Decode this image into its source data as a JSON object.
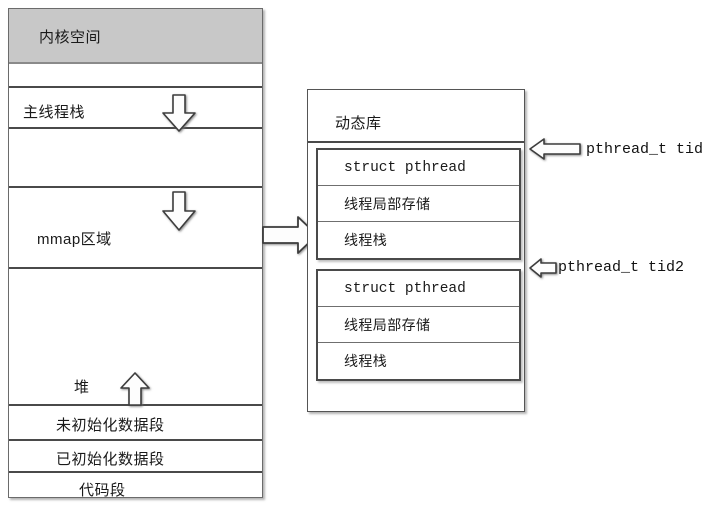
{
  "diagram": {
    "title": "Linux process memory layout with pthread thread blocks",
    "colors": {
      "kernel_fill": "#c8c8c8",
      "box_border": "#4a4a4a",
      "background": "#ffffff",
      "text": "#1a1a1a"
    }
  },
  "memory_map": {
    "name": "process-memory-map",
    "rows": [
      {
        "id": "kernel-space",
        "label": "内核空间",
        "shaded": true
      },
      {
        "id": "gap-1",
        "label": "",
        "shaded": false
      },
      {
        "id": "main-thread-stack",
        "label": "主线程栈",
        "shaded": false
      },
      {
        "id": "gap-2",
        "label": "",
        "shaded": false
      },
      {
        "id": "mmap-region",
        "label": "mmap区域",
        "shaded": false
      },
      {
        "id": "gap-3",
        "label": "",
        "shaded": false
      },
      {
        "id": "heap",
        "label": "堆",
        "shaded": false
      },
      {
        "id": "bss-segment",
        "label": "未初始化数据段",
        "shaded": false
      },
      {
        "id": "data-segment",
        "label": "已初始化数据段",
        "shaded": false
      },
      {
        "id": "text-segment",
        "label": "代码段",
        "shaded": false
      }
    ],
    "arrows": [
      {
        "id": "main-stack-growth-arrow",
        "direction": "down",
        "near": "主线程栈"
      },
      {
        "id": "mmap-growth-arrow",
        "direction": "down",
        "near": "mmap区域"
      },
      {
        "id": "heap-growth-arrow",
        "direction": "up",
        "near": "堆"
      }
    ]
  },
  "connector": {
    "id": "memory-to-dynamic-library-arrow",
    "direction": "right"
  },
  "dynamic_library": {
    "name": "dynamic-library-box",
    "title": "动态库",
    "thread_blocks": [
      {
        "id": "thread-block-1",
        "rows": [
          "struct pthread",
          "线程局部存储",
          "线程栈"
        ],
        "callout": "pthread_t tid"
      },
      {
        "id": "thread-block-2",
        "rows": [
          "struct pthread",
          "线程局部存储",
          "线程栈"
        ],
        "callout": "pthread_t tid2"
      }
    ]
  }
}
